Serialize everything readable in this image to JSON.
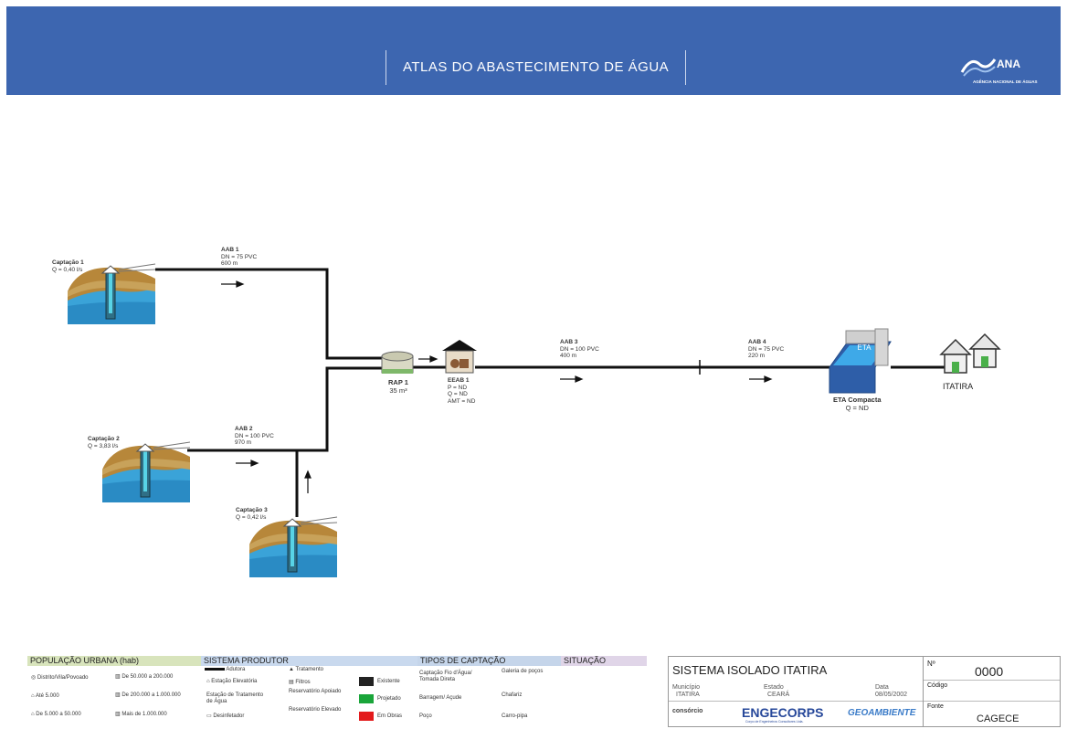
{
  "header": {
    "title": "ATLAS DO ABASTECIMENTO DE ÁGUA",
    "logo_text": "ANA",
    "logo_subtitle": "AGÊNCIA NACIONAL DE ÁGUAS"
  },
  "diagram": {
    "captacao1": {
      "name": "Captação 1",
      "flow": "Q = 0,40 l/s"
    },
    "captacao2": {
      "name": "Captação 2",
      "flow": "Q = 3,83 l/s"
    },
    "captacao3": {
      "name": "Captação 3",
      "flow": "Q = 0,42 l/s"
    },
    "aab1": {
      "name": "AAB 1",
      "dn": "DN = 75 PVC",
      "len": "600 m"
    },
    "aab2": {
      "name": "AAB 2",
      "dn": "DN = 100 PVC",
      "len": "970 m"
    },
    "aab3": {
      "name": "AAB 3",
      "dn": "DN = 100 PVC",
      "len": "400 m"
    },
    "aab4": {
      "name": "AAB 4",
      "dn": "DN = 75 PVC",
      "len": "220 m"
    },
    "rap1": {
      "name": "RAP 1",
      "vol": "35 m³"
    },
    "eeab1": {
      "name": "EEAB 1",
      "p": "P = ND",
      "q": "Q = ND",
      "amt": "AMT = ND"
    },
    "eta": {
      "badge": "ETA",
      "name": "ETA Compacta",
      "q": "Q = ND"
    },
    "city": "ITATIRA"
  },
  "legend": {
    "populacao": {
      "title": "POPULAÇÃO URBANA (hab)",
      "items": [
        "Distrito/Vila/Povoado",
        "Até 5.000",
        "De 5.000 a 50.000",
        "De 50.000 a 200.000",
        "De 200.000 a 1.000.000",
        "Mais de 1.000.000"
      ]
    },
    "sistema": {
      "title": "SISTEMA PRODUTOR",
      "items": [
        "Adutora",
        "Estação Elevatória",
        "Estação de Tratamento de Água",
        "Desinfetador",
        "Tratamento",
        "Filtros",
        "Reservatório Apoiado",
        "Reservatório Elevado"
      ],
      "status": [
        "Existente",
        "Projetado",
        "Em Obras"
      ]
    },
    "captacao": {
      "title": "TIPOS DE CAPTAÇÃO",
      "items": [
        "Captação Fio d'Água/ Tomada Direta",
        "Barragem/ Açude",
        "Poço",
        "Galeria de poços",
        "Chafariz",
        "Carro-pipa"
      ]
    },
    "situacao": {
      "title": "SITUAÇÃO"
    }
  },
  "titleblock": {
    "system": "SISTEMA ISOLADO ITATIRA",
    "municipio_label": "Município",
    "municipio": "ITATIRA",
    "estado_label": "Estado",
    "estado": "CEARÁ",
    "data_label": "Data",
    "data": "08/05/2002",
    "consorcio": "consórcio",
    "engecorps": "ENGECORPS",
    "engecorps_sub": "Corpo de Engenheiros Consultores Ltda.",
    "geoambiente": "GEOAMBIENTE",
    "numero_label": "Nº",
    "numero": "0000",
    "codigo_label": "Código",
    "fonte_label": "Fonte",
    "fonte": "CAGECE"
  },
  "colors": {
    "header": "#3d66b0",
    "existente": "#222222",
    "projetado": "#1aa53a",
    "em_obras": "#e31a1c",
    "populacao": "#d8e4bc",
    "sistema": "#c9d9ee",
    "captacao": "#c5d5ea",
    "situacao": "#e0d5e8"
  }
}
